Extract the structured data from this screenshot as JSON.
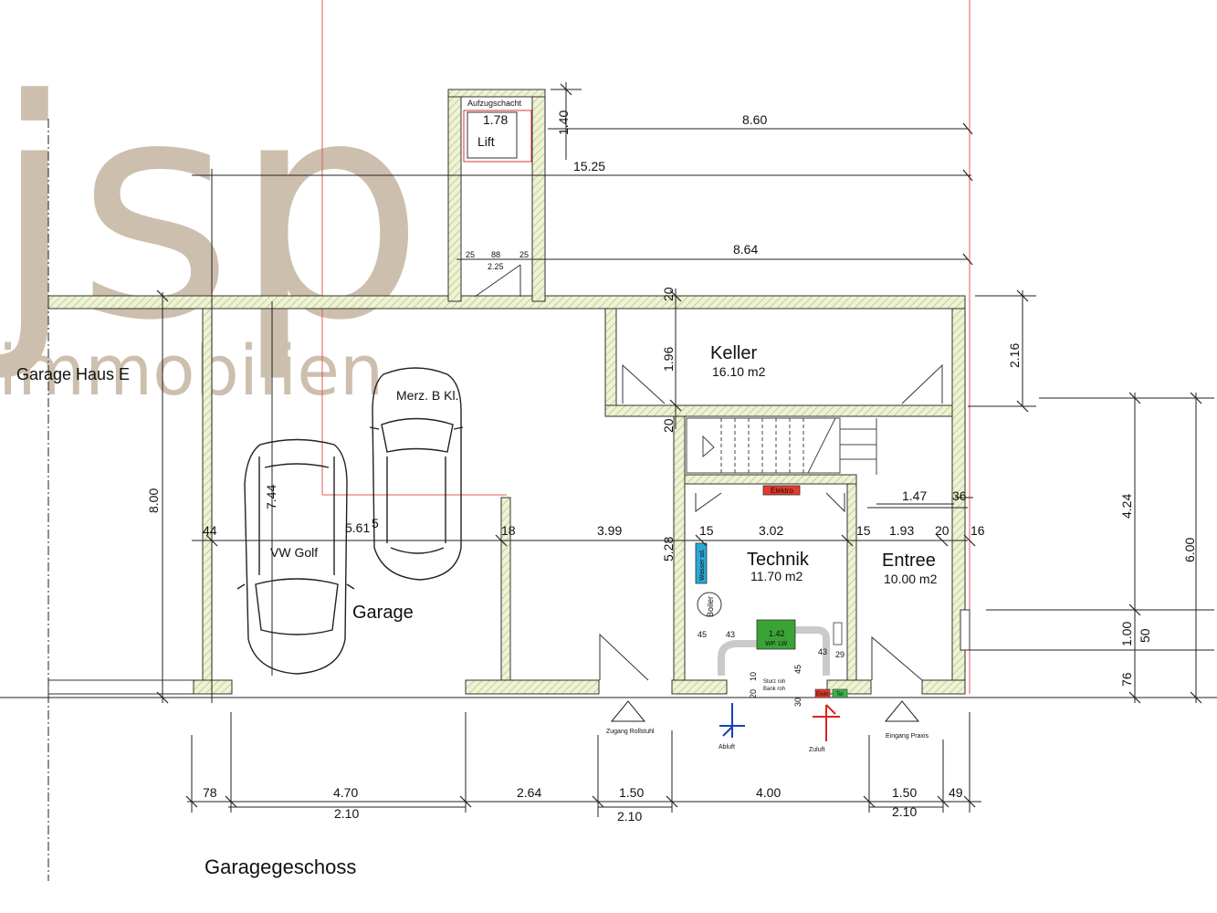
{
  "watermark": {
    "logo": "jsp",
    "sub": "immobilien"
  },
  "labels": {
    "garage_haus": "Garage Haus E",
    "caption": "Garagegeschoss",
    "aufzugschacht": "Aufzugschacht",
    "lift": "Lift",
    "lift_width": "1.78"
  },
  "rooms": {
    "keller": {
      "name": "Keller",
      "area": "16.10 m2"
    },
    "technik": {
      "name": "Technik",
      "area": "11.70 m2"
    },
    "entree": {
      "name": "Entree",
      "area": "10.00 m2"
    },
    "garage": {
      "name": "Garage"
    }
  },
  "cars": {
    "merz": "Merz. B Kl.",
    "golf": "VW Golf"
  },
  "equipment": {
    "elektro_top": "Elektro",
    "boiler": "Boiler",
    "wasser": "Wasser sd.",
    "wp_size": "1.42",
    "wp_label": "WP. LW",
    "sturz": "Sturz roh",
    "bank": "Bank roh",
    "elektro_bottom": "Elekt",
    "tel": "Tel"
  },
  "entrances": {
    "rollstuhl": "Zugang Rollstuhl",
    "praxis": "Eingang Praxis",
    "abluft": "Abluft",
    "zuluft": "Zuluft"
  },
  "colors": {
    "wall_hatch": "#dfe8b8",
    "elektro": "#e53a2a",
    "tel": "#39b54a",
    "wp": "#3aa335",
    "wasser": "#29a9d6",
    "abluft": "#1a3fb5",
    "zuluft": "#d9261c",
    "property_line": "#e05c50",
    "watermark": "#cdbfae"
  },
  "dims": {
    "d_140": "1.40",
    "d_860": "8.60",
    "d_1525": "15.25",
    "d_25a": "25",
    "d_88": "88",
    "d_25b": "25",
    "d_225": "2.25",
    "d_864": "8.64",
    "d_20a": "20",
    "d_196": "1.96",
    "d_20b": "20",
    "d_216": "2.16",
    "d_424": "4.24",
    "d_600": "6.00",
    "d_100": "1.00",
    "d_50": "50",
    "d_76": "76",
    "d_800": "8.00",
    "d_744": "7.44",
    "d_44": "44",
    "d_561": "5.61",
    "d_5": "5",
    "d_18": "18",
    "d_399": "3.99",
    "d_528": "5.28",
    "d_15a": "15",
    "d_302": "3.02",
    "d_15b": "15",
    "d_193": "1.93",
    "d_20c": "20",
    "d_16": "16",
    "d_147": "1.47",
    "d_36": "36",
    "d_45": "45",
    "d_43": "43",
    "d_43b": "43",
    "d_29": "29",
    "d_20v": "20",
    "d_10v": "10",
    "d_45v": "45",
    "d_30v": "30",
    "d_78": "78",
    "d_470": "4.70",
    "d_264": "2.64",
    "d_150a": "1.50",
    "d_400": "4.00",
    "d_150b": "1.50",
    "d_49": "49",
    "d_210a": "2.10",
    "d_210b": "2.10",
    "d_210c": "2.10"
  }
}
